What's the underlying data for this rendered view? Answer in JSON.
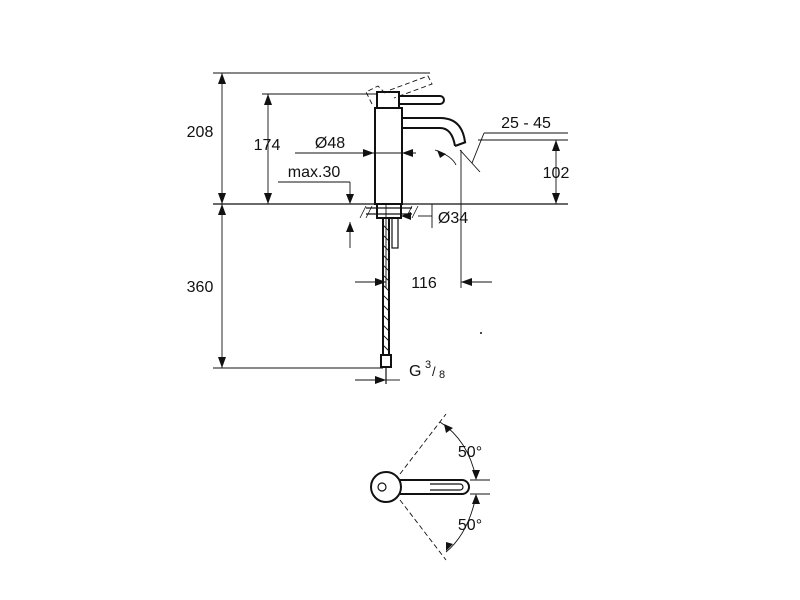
{
  "dimensions": {
    "total_height": "208",
    "spout_height": "174",
    "body_diameter": "Ø48",
    "max_deck_thickness": "max.30",
    "aerator_angle": "25 - 45",
    "spout_outlet_height": "102",
    "mounting_diameter": "Ø34",
    "hose_length": "360",
    "spout_reach": "116",
    "connection_prefix": "G",
    "connection_num": "3",
    "connection_den": "8"
  },
  "plan_view": {
    "rotation_upper": "50°",
    "rotation_lower": "50°"
  }
}
